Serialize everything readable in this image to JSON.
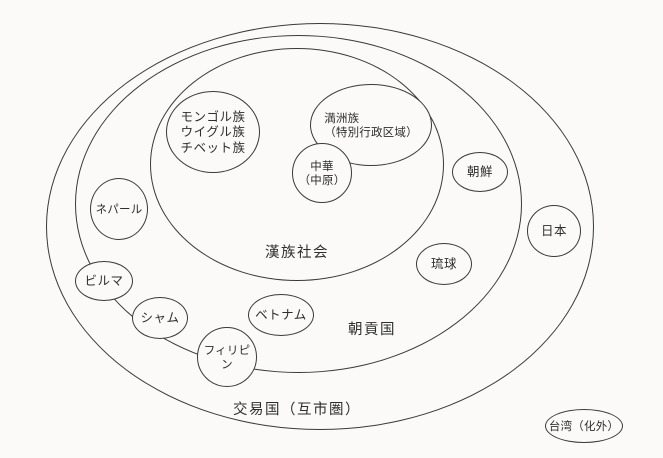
{
  "diagram": {
    "description": "concentric-ellipse diagram of the Sinocentric world order",
    "colors": {
      "background": "#fbfaf8",
      "line": "#3a3a3a"
    },
    "zones": [
      {
        "name": "han-society",
        "label": "漢族社会"
      },
      {
        "name": "tributary-states",
        "label": "朝貢国"
      },
      {
        "name": "trading-states",
        "label": "交易国（互市圏）"
      }
    ],
    "nodes": [
      {
        "name": "mongol-uyghur-tibetan",
        "label": "モンゴル族\nウイグル族\nチベット族"
      },
      {
        "name": "manchu",
        "label": "満洲族\n（特別行政区域）"
      },
      {
        "name": "china-central-plain",
        "label": "中華\n（中原）"
      },
      {
        "name": "korea",
        "label": "朝鮮"
      },
      {
        "name": "japan",
        "label": "日本"
      },
      {
        "name": "ryukyu",
        "label": "琉球"
      },
      {
        "name": "nepal",
        "label": "ネパール"
      },
      {
        "name": "burma",
        "label": "ビルマ"
      },
      {
        "name": "siam",
        "label": "シャム"
      },
      {
        "name": "philippines",
        "label": "フィリピン"
      },
      {
        "name": "vietnam",
        "label": "ベトナム"
      },
      {
        "name": "taiwan-outside-civilization",
        "label": "台湾（化外）"
      }
    ]
  }
}
